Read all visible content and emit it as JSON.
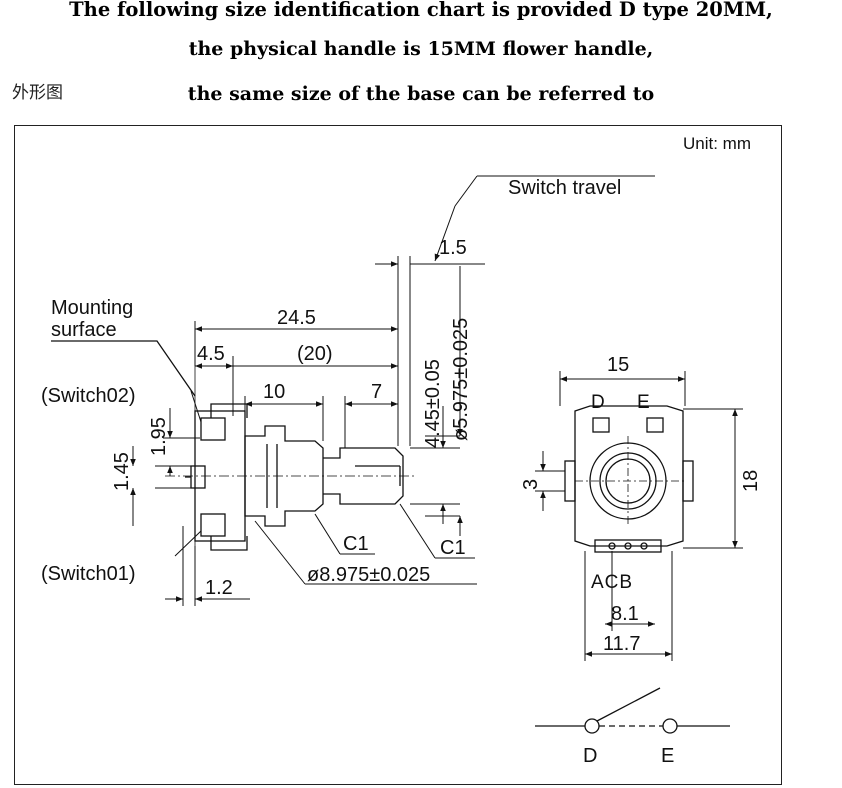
{
  "header": {
    "line1": "The following size identification chart is provided D type 20MM,",
    "line2": "the physical handle is 15MM flower handle,",
    "line3": "the same size of the base can be referred to",
    "cn_label": "外形图"
  },
  "diagram": {
    "unit": "Unit: mm",
    "switch_travel": "Switch travel",
    "mounting1": "Mounting",
    "mounting2": "surface",
    "switch02": "(Switch02)",
    "switch01": "(Switch01)",
    "dim_1_5": "1.5",
    "dim_24_5": "24.5",
    "dim_4_5": "4.5",
    "dim_20": "(20)",
    "dim_10": "10",
    "dim_7": "7",
    "dim_1_95": "1.95",
    "dim_1_45": "1.45",
    "dim_1_2": "1.2",
    "dim_4_45": "4.45±0.05",
    "dim_5_975": "ø5.975±0.025",
    "dim_8_975": "ø8.975±0.025",
    "c1_a": "C1",
    "c1_b": "C1",
    "dim_15": "15",
    "dim_18": "18",
    "dim_3": "3",
    "dim_8_1": "8.1",
    "dim_11_7": "11.7",
    "pin_d": "D",
    "pin_e": "E",
    "pins_acb": "ACB",
    "sw_d": "D",
    "sw_e": "E"
  }
}
